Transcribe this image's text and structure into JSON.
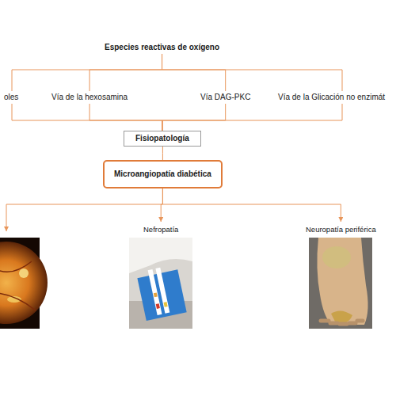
{
  "diagram": {
    "nodes": [
      {
        "text": [
          "Especies reactivas de oxígeno"
        ]
      },
      {
        "text": [
          "oles"
        ]
      },
      {
        "text": [
          "Vía de la hexosamina"
        ]
      },
      {
        "text": [
          "Vía DAG-PKC"
        ]
      },
      {
        "text": [
          "Vía de la Glicación no enzimát"
        ]
      },
      {
        "text": [
          "Fisiopatología"
        ]
      },
      {
        "text": [
          "Microangiopatía diabética"
        ]
      },
      {
        "text": [
          "Nefropatía"
        ]
      },
      {
        "text": [
          "Neuropatía periférica"
        ]
      }
    ],
    "edges": [
      {
        "from": 0,
        "to": 1,
        "arrow": "none"
      },
      {
        "from": 0,
        "to": 2,
        "arrow": "none"
      },
      {
        "from": 0,
        "to": 3,
        "arrow": "none"
      },
      {
        "from": 0,
        "to": 4,
        "arrow": "none"
      },
      {
        "from": 1,
        "to": 5,
        "arrow": "none"
      },
      {
        "from": 2,
        "to": 5,
        "arrow": "none"
      },
      {
        "from": 3,
        "to": 5,
        "arrow": "none"
      },
      {
        "from": 4,
        "to": 5,
        "arrow": "none"
      },
      {
        "from": 5,
        "to": 6,
        "arrow": "none"
      },
      {
        "from": 6,
        "to": 7,
        "arrow": "to"
      },
      {
        "from": 6,
        "to": 8,
        "arrow": "to"
      }
    ]
  }
}
